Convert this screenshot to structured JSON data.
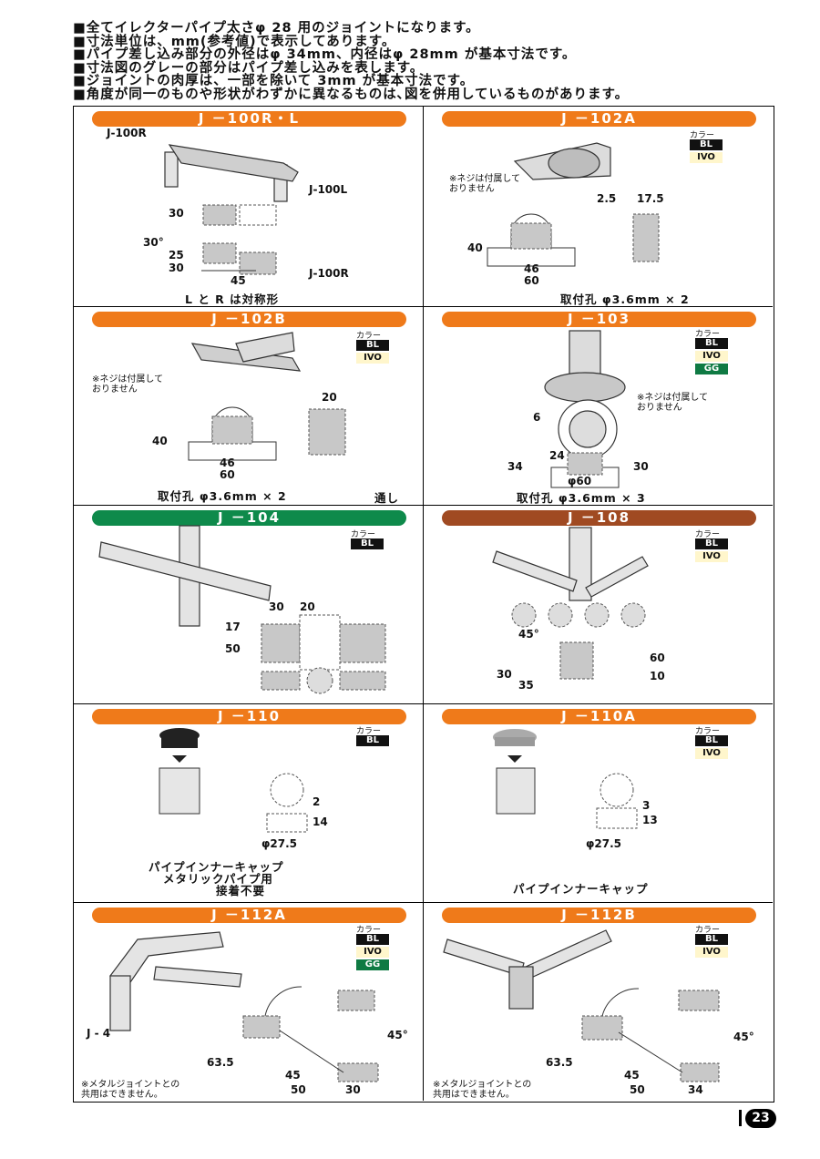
{
  "notes": [
    "全てイレクターパイプ太さφ 28 用のジョイントになります。",
    "寸法単位は、mm(参考値)で表示してあります。",
    "パイプ差し込み部分の外径はφ 34mm、内径はφ 28mm が基本寸法です。",
    "寸法図のグレーの部分はパイプ差し込みを表します。",
    "ジョイントの肉厚は、一部を除いて 3mm が基本寸法です。",
    "角度が同一のものや形状がわずかに異なるものは､図を併用しているものがあります。"
  ],
  "colors": {
    "orange": "#ef7a1a",
    "green": "#0e8a4b",
    "brown": "#a04a22",
    "grey": "#bdbdbd"
  },
  "color_label": "カラー",
  "chips": {
    "bl": "BL",
    "ivo": "IVO",
    "gg": "GG"
  },
  "cells": {
    "j100": {
      "title": "J －100R・L",
      "left_label": "J-100R",
      "right_label": "J-100L",
      "right_label2": "J-100R",
      "dims": [
        "30",
        "30°",
        "25",
        "30",
        "45"
      ],
      "caption": "L と R は対称形"
    },
    "j102a": {
      "title": "J －102A",
      "note": "※ネジは付属して\nおりません",
      "dims": [
        "2.5",
        "17.5",
        "40",
        "46",
        "60"
      ],
      "caption": "取付孔 φ3.6mm × 2"
    },
    "j102b": {
      "title": "J －102B",
      "note": "※ネジは付属して\nおりません",
      "dims": [
        "20",
        "40",
        "46",
        "60"
      ],
      "caption": "取付孔 φ3.6mm × 2",
      "caption2": "通し"
    },
    "j103": {
      "title": "J －103",
      "note": "※ネジは付属して\nおりません",
      "dims": [
        "6",
        "24",
        "34",
        "30",
        "φ60"
      ],
      "caption": "取付孔 φ3.6mm × 3"
    },
    "j104": {
      "title": "J －104",
      "dims": [
        "30",
        "20",
        "17",
        "50"
      ]
    },
    "j108": {
      "title": "J －108",
      "dims": [
        "45°",
        "30",
        "35",
        "10",
        "60"
      ]
    },
    "j110": {
      "title": "J －110",
      "dims": [
        "2",
        "14",
        "φ27.5"
      ],
      "caption_lines": [
        "パイプインナーキャップ",
        "メタリックパイプ用",
        "接着不要"
      ]
    },
    "j110a": {
      "title": "J －110A",
      "dims": [
        "3",
        "13",
        "φ27.5"
      ],
      "caption": "パイプインナーキャップ"
    },
    "j112a": {
      "title": "J －112A",
      "sub_label": "J - 4",
      "note": "※メタルジョイントとの\n共用はできません。",
      "dims": [
        "45°",
        "63.5",
        "45",
        "50",
        "30"
      ]
    },
    "j112b": {
      "title": "J －112B",
      "note": "※メタルジョイントとの\n共用はできません。",
      "dims": [
        "45°",
        "63.5",
        "45",
        "50",
        "34"
      ]
    }
  },
  "page_number": "23"
}
